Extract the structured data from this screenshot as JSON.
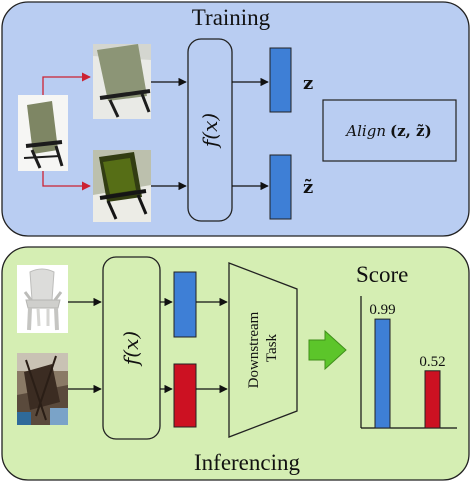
{
  "training": {
    "title": "Training",
    "function_label": "f(x)",
    "embedding_top": "z",
    "embedding_bottom": "z̃",
    "align_label": "Align",
    "align_args": "(z, z̃)"
  },
  "inferencing": {
    "title": "Inferencing",
    "function_label": "f(x)",
    "task_line1": "Downstream",
    "task_line2": "Task",
    "score_label": "Score",
    "scores": [
      {
        "value": "0.99",
        "color": "#3e7fd6"
      },
      {
        "value": "0.52",
        "color": "#cc1122"
      }
    ]
  },
  "colors": {
    "training_bg": "#b9cdf2",
    "inferencing_bg": "#d5eeb3",
    "embedding_blue": "#3e7fd6",
    "embedding_red": "#cc1122",
    "arrow_red": "#cc2233",
    "arrow_green": "#5cc52a"
  }
}
